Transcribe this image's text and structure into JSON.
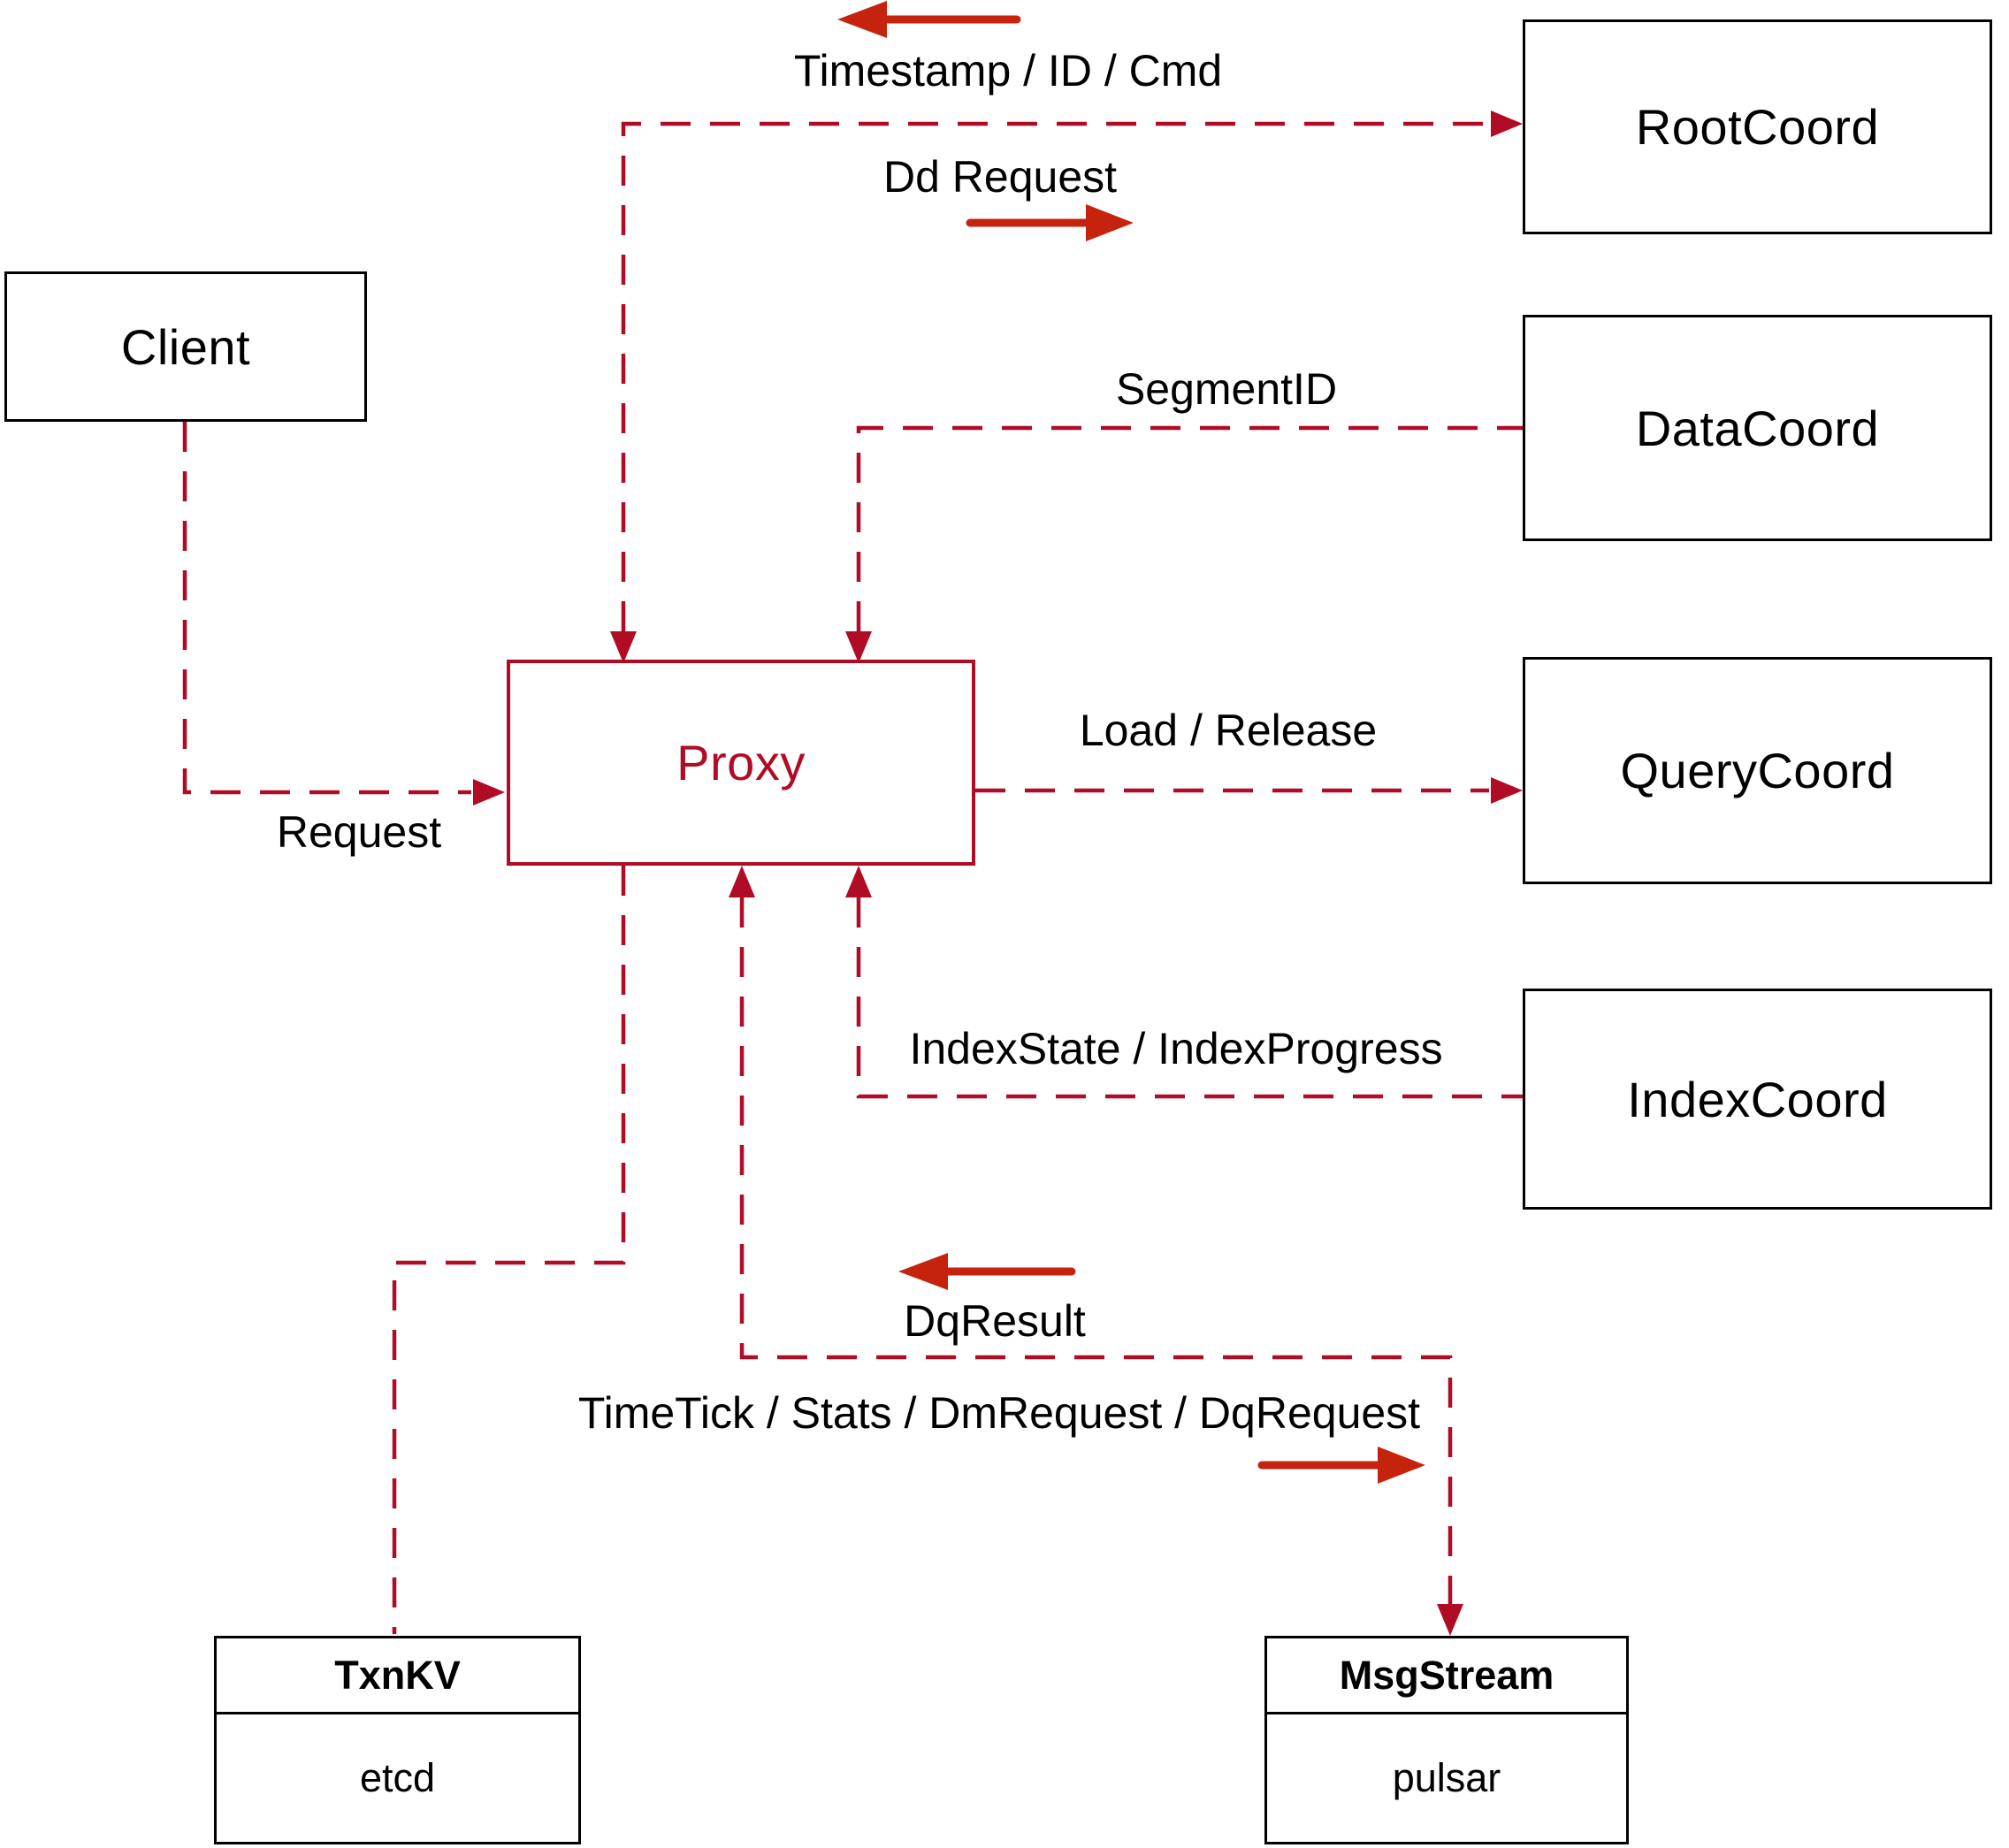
{
  "title": "Proxy interaction diagram",
  "colors": {
    "line_red": "#b00c26",
    "arrow_red": "#c5230e",
    "box_border": "#000000",
    "text": "#000000"
  },
  "nodes": {
    "client": {
      "label": "Client"
    },
    "proxy": {
      "label": "Proxy"
    },
    "rootcoord": {
      "label": "RootCoord"
    },
    "datacoord": {
      "label": "DataCoord"
    },
    "querycoord": {
      "label": "QueryCoord"
    },
    "indexcoord": {
      "label": "IndexCoord"
    },
    "txnkv": {
      "header": "TxnKV",
      "cell": "etcd"
    },
    "msgstream": {
      "header": "MsgStream",
      "cell": "pulsar"
    }
  },
  "edges": {
    "request": {
      "label": "Request"
    },
    "timestamp_id_cmd": {
      "label": "Timestamp / ID / Cmd"
    },
    "dd_request": {
      "label": "Dd Request"
    },
    "segment_id": {
      "label": "SegmentID"
    },
    "load_release": {
      "label": "Load / Release"
    },
    "index_state": {
      "label": "IndexState / IndexProgress"
    },
    "dq_result": {
      "label": "DqResult"
    },
    "timetick": {
      "label": "TimeTick / Stats / DmRequest / DqRequest"
    }
  }
}
